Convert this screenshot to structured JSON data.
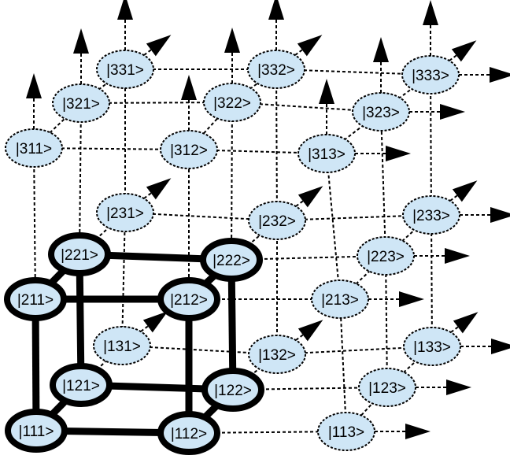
{
  "diagram": {
    "colors": {
      "node_fill": "#cfe6f6",
      "stroke": "#000000",
      "background": "#ffffff"
    },
    "nodes": [
      {
        "id": "111",
        "label": "|111>",
        "highlighted": true
      },
      {
        "id": "112",
        "label": "|112>",
        "highlighted": true
      },
      {
        "id": "113",
        "label": "|113>",
        "highlighted": false
      },
      {
        "id": "121",
        "label": "|121>",
        "highlighted": true
      },
      {
        "id": "122",
        "label": "|122>",
        "highlighted": true
      },
      {
        "id": "123",
        "label": "|123>",
        "highlighted": false
      },
      {
        "id": "131",
        "label": "|131>",
        "highlighted": false
      },
      {
        "id": "132",
        "label": "|132>",
        "highlighted": false
      },
      {
        "id": "133",
        "label": "|133>",
        "highlighted": false
      },
      {
        "id": "211",
        "label": "|211>",
        "highlighted": true
      },
      {
        "id": "212",
        "label": "|212>",
        "highlighted": true
      },
      {
        "id": "213",
        "label": "|213>",
        "highlighted": false
      },
      {
        "id": "221",
        "label": "|221>",
        "highlighted": true
      },
      {
        "id": "222",
        "label": "|222>",
        "highlighted": true
      },
      {
        "id": "223",
        "label": "|223>",
        "highlighted": false
      },
      {
        "id": "231",
        "label": "|231>",
        "highlighted": false
      },
      {
        "id": "232",
        "label": "|232>",
        "highlighted": false
      },
      {
        "id": "233",
        "label": "|233>",
        "highlighted": false
      },
      {
        "id": "311",
        "label": "|311>",
        "highlighted": false
      },
      {
        "id": "312",
        "label": "|312>",
        "highlighted": false
      },
      {
        "id": "313",
        "label": "|313>",
        "highlighted": false
      },
      {
        "id": "321",
        "label": "|321>",
        "highlighted": false
      },
      {
        "id": "322",
        "label": "|322>",
        "highlighted": false
      },
      {
        "id": "323",
        "label": "|323>",
        "highlighted": false
      },
      {
        "id": "331",
        "label": "|331>",
        "highlighted": false
      },
      {
        "id": "332",
        "label": "|332>",
        "highlighted": false
      },
      {
        "id": "333",
        "label": "|333>",
        "highlighted": false
      }
    ]
  }
}
